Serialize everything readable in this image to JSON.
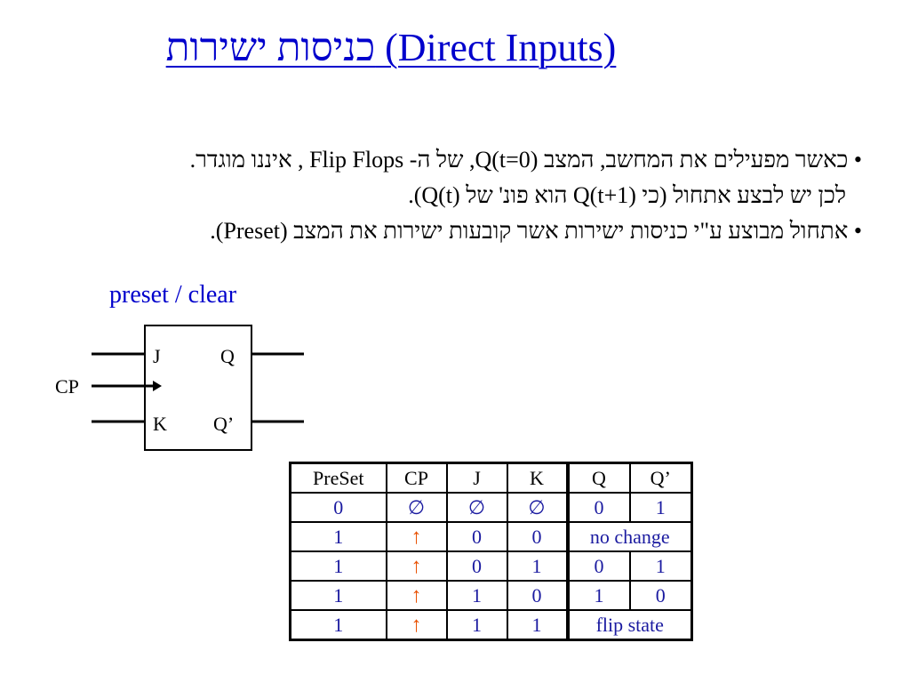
{
  "slide": {
    "title": "כניסות ישירות (Direct Inputs)",
    "bullets": [
      {
        "text": "• כאשר מפעילים את המחשב, המצב Q(t=0), של ה- Flip Flops , איננו מוגדר."
      },
      {
        "text": "לכן יש לבצע אתחול (כי Q(t+1) הוא פונ' של Q(t))."
      },
      {
        "text": "• אתחול מבוצע ע\"י כניסות ישירות אשר קובעות ישירות את המצב (Preset)."
      }
    ],
    "preset_label": "preset / clear"
  },
  "flipflop": {
    "input_j": "J",
    "input_k": "K",
    "output_q": "Q",
    "output_q_bar": "Q’",
    "clock_label": "CP"
  },
  "truth_table": {
    "headers": [
      "PreSet",
      "CP",
      "J",
      "K",
      "Q",
      "Q’"
    ],
    "rows": [
      [
        "0",
        "∅",
        "∅",
        "∅",
        "0",
        "1"
      ],
      [
        "1",
        "↑",
        "0",
        "0",
        "no change"
      ],
      [
        "1",
        "↑",
        "0",
        "1",
        "0",
        "1"
      ],
      [
        "1",
        "↑",
        "1",
        "0",
        "1",
        "0"
      ],
      [
        "1",
        "↑",
        "1",
        "1",
        "flip state"
      ]
    ]
  },
  "colors": {
    "title": "#0000cc",
    "table_values": "#1a1aa0",
    "arrow": "#e85000"
  }
}
